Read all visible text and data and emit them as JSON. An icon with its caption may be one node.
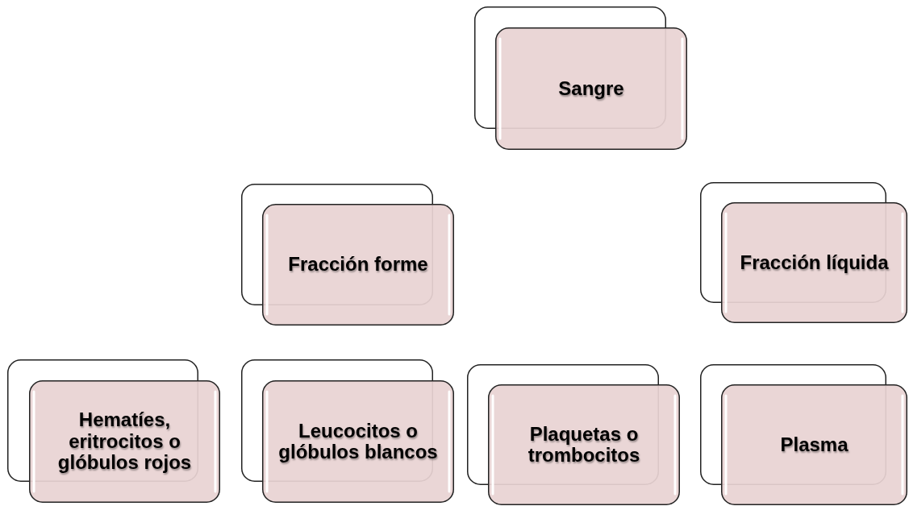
{
  "diagram": {
    "nodes": [
      {
        "text": [
          "Sangre"
        ]
      },
      {
        "text": [
          "Fracción forme"
        ]
      },
      {
        "text": [
          "Fracción líquida"
        ]
      },
      {
        "text": [
          "Hematíes, eritrocitos o glóbulos rojos"
        ]
      },
      {
        "text": [
          "Leucocitos o glóbulos blancos"
        ]
      },
      {
        "text": [
          "Plaquetas o trombocitos"
        ]
      },
      {
        "text": [
          "Plasma"
        ]
      }
    ]
  }
}
